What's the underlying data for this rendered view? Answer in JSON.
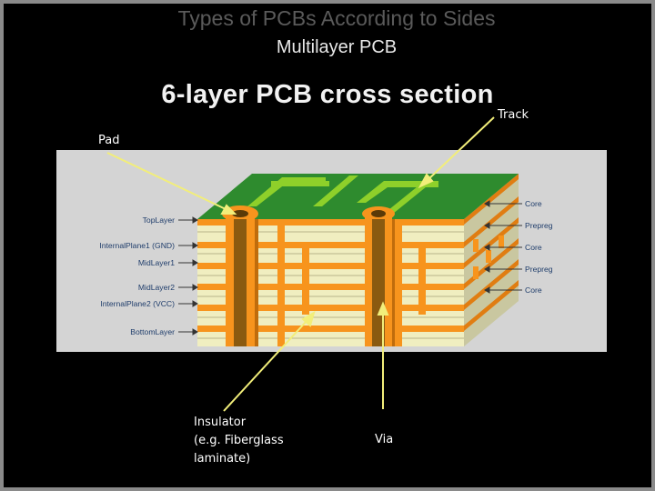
{
  "slide": {
    "title": "Types of PCBs According to Sides",
    "subtitle": "Multilayer PCB",
    "heading": "6-layer PCB cross section"
  },
  "callouts": {
    "track": "Track",
    "pad": "Pad",
    "insulator": [
      "Insulator",
      "(e.g. Fiberglass",
      "laminate)"
    ],
    "via": "Via"
  },
  "diagram": {
    "left_labels": [
      "TopLayer",
      "InternalPlane1 (GND)",
      "MidLayer1",
      "MidLayer2",
      "InternalPlane2 (VCC)",
      "BottomLayer"
    ],
    "right_labels": [
      "Core",
      "Prepreg",
      "Core",
      "Prepreg",
      "Core"
    ]
  },
  "colors": {
    "background": "#000000",
    "callout_arrow": "#f2ee7a",
    "copper": "#f7941d",
    "substrate": "#f0eec0",
    "solder_mask": "#2e8b2e",
    "track": "#8ed02a",
    "diagram_bg": "#d4d4d4"
  }
}
